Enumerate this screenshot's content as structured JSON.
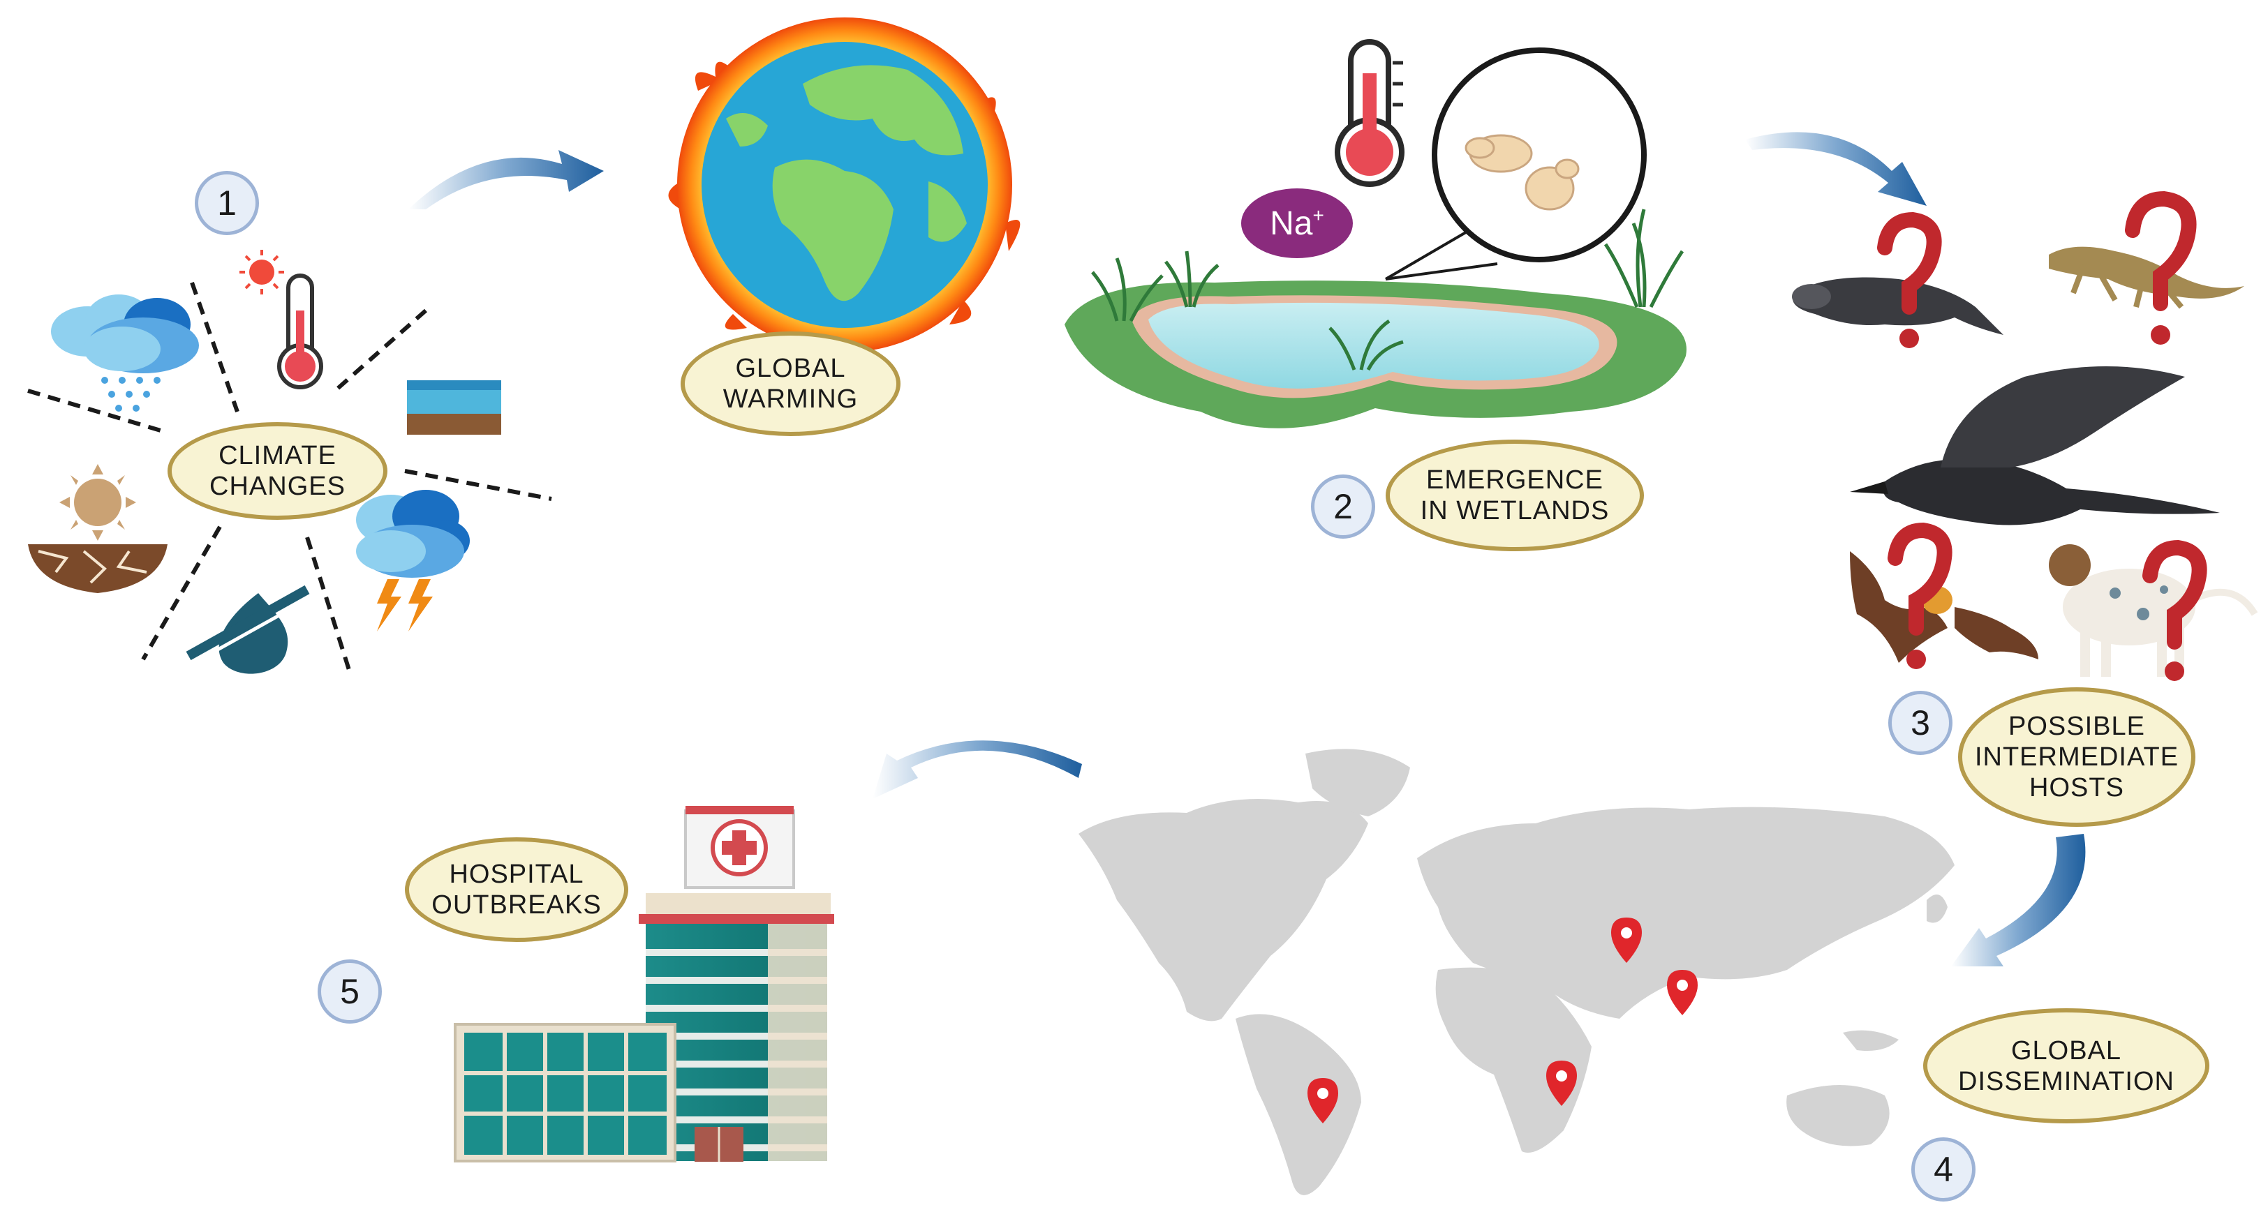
{
  "steps": [
    {
      "number": "1",
      "label_lines": [
        "CLIMATE",
        "CHANGES"
      ]
    },
    {
      "number": "",
      "label_lines": [
        "GLOBAL",
        "WARMING"
      ]
    },
    {
      "number": "2",
      "label_lines": [
        "EMERGENCE",
        "IN WETLANDS"
      ]
    },
    {
      "number": "3",
      "label_lines": [
        "POSSIBLE",
        "INTERMEDIATE",
        "HOSTS"
      ]
    },
    {
      "number": "4",
      "label_lines": [
        "GLOBAL",
        "DISSEMINATION"
      ]
    },
    {
      "number": "5",
      "label_lines": [
        "HOSPITAL",
        "OUTBREAKS"
      ]
    }
  ],
  "sodium_label": "Na",
  "sodium_charge": "+",
  "colors": {
    "oval_fill": "#f8f3d3",
    "oval_border": "#b59a4a",
    "number_fill": "#e7eef8",
    "number_border": "#9db3d6",
    "arrow": "#1f5f9e",
    "question_mark": "#c0282d",
    "map": "#d3d3d3",
    "pin": "#e0262b",
    "sodium_bubble": "#8a2b7d"
  },
  "icons": {
    "climate": [
      "rain-cloud-icon",
      "sun-icon",
      "thermometer-icon",
      "water-level-icon",
      "drought-icon",
      "no-water-icon",
      "storm-cloud-icon"
    ],
    "hosts": [
      "dolphin-icon",
      "salamander-icon",
      "crow-icon",
      "bat-icon",
      "dog-icon",
      "question-mark-icon"
    ],
    "other": [
      "burning-earth-icon",
      "wetland-pond-icon",
      "yeast-cells-icon",
      "world-map-icon",
      "location-pin-icon",
      "hospital-building-icon",
      "curved-arrow-icon"
    ]
  }
}
